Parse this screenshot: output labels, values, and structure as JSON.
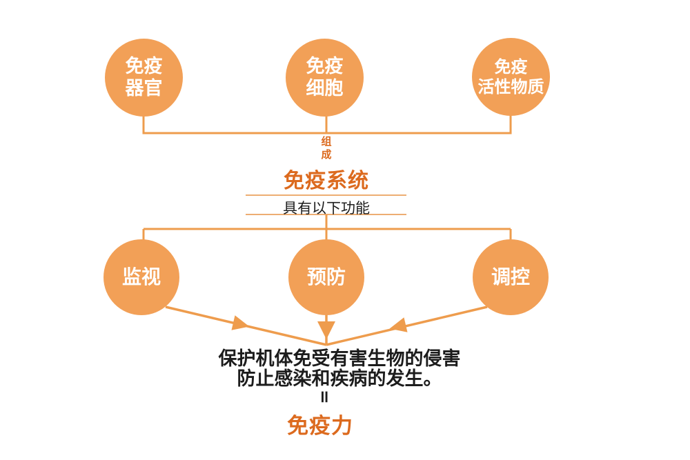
{
  "colors": {
    "background": "#FFFFFF",
    "circle_fill": "#F2A057",
    "circle_text": "#FFFFFF",
    "connector_line": "#EE9C4D",
    "divider_line": "#EDAD72",
    "heading_orange": "#DC6A1E",
    "body_text": "#1C1C1C"
  },
  "composition": {
    "nodes": [
      {
        "line1": "免疫",
        "line2": "器官"
      },
      {
        "line1": "免疫",
        "line2": "细胞"
      },
      {
        "line1": "免疫",
        "line2": "活性物质"
      }
    ],
    "connector_label": "组成"
  },
  "system": {
    "title": "免疫系统",
    "functions_intro": "具有以下功能"
  },
  "functions": {
    "nodes": [
      {
        "label": "监视"
      },
      {
        "label": "预防"
      },
      {
        "label": "调控"
      }
    ]
  },
  "outcome": {
    "line1": "保护机体免受有害生物的侵害",
    "line2": "防止感染和疾病的发生。",
    "equals_sign": "=",
    "result_label": "免疫力"
  }
}
